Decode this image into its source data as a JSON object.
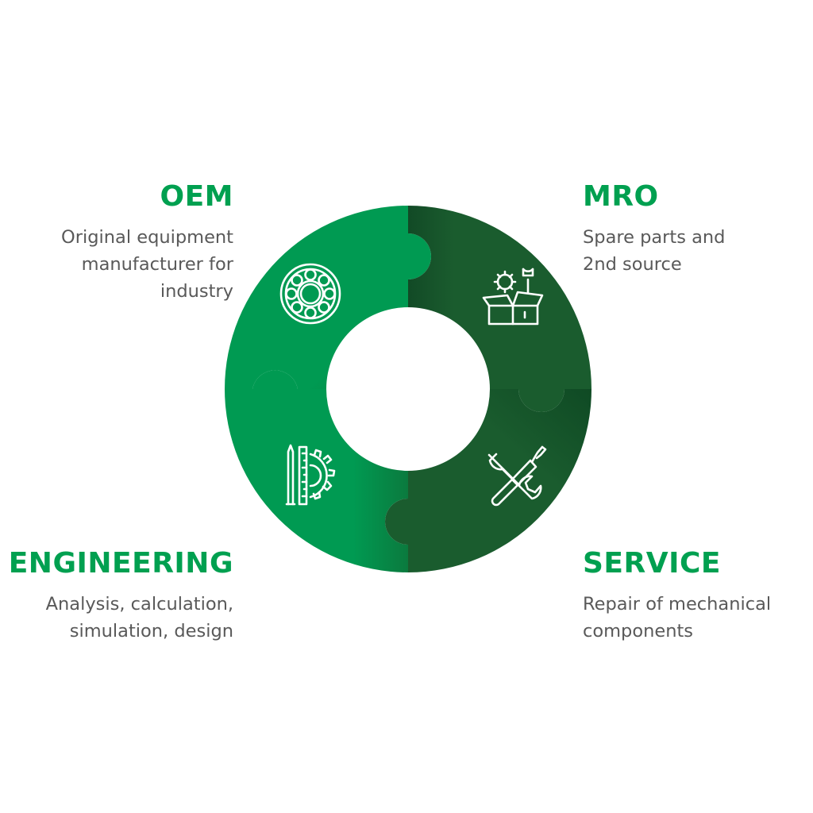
{
  "colors": {
    "accent": "#00A050",
    "light_green": "#009A52",
    "dark_green": "#1A5C2E",
    "text": "#595959"
  },
  "segments": [
    {
      "id": "oem",
      "title": "OEM",
      "desc_lines": [
        "Original equipment",
        "manufacturer for",
        "industry"
      ],
      "icon": "bearing-icon"
    },
    {
      "id": "mro",
      "title": "MRO",
      "desc_lines": [
        "Spare parts and",
        "2nd source"
      ],
      "icon": "toolbox-icon"
    },
    {
      "id": "engineering",
      "title": "ENGINEERING",
      "desc_lines": [
        "Analysis, calculation,",
        "simulation, design"
      ],
      "icon": "ruler-gear-icon"
    },
    {
      "id": "service",
      "title": "SERVICE",
      "desc_lines": [
        "Repair of mechanical",
        "components"
      ],
      "icon": "wrench-screwdriver-icon"
    }
  ]
}
